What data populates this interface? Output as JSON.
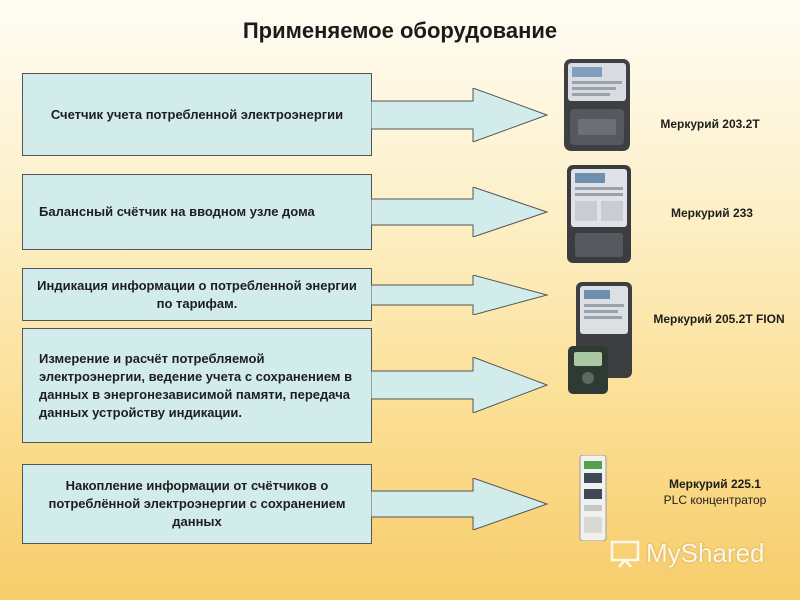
{
  "title": "Применяемое оборудование",
  "rows": [
    {
      "text": "Счетчик учета потребленной электроэнергии"
    },
    {
      "text": "Балансный счётчик на вводном узле дома"
    },
    {
      "text": "Индикация информации о потребленной энергии по тарифам."
    },
    {
      "text": "Измерение и расчёт потребляемой электроэнергии, ведение учета с сохранением в данных в энергонезависимой памяти, передача данных устройству индикации."
    },
    {
      "text": "Накопление информации от счётчиков о потреблённой электроэнергии с сохранением данных"
    }
  ],
  "devices": [
    {
      "name": "Меркурий 203.2Т",
      "subtitle": ""
    },
    {
      "name": "Меркурий 233",
      "subtitle": ""
    },
    {
      "name": "Меркурий 205.2Т FION",
      "subtitle": ""
    },
    {
      "name": "Меркурий 225.1",
      "subtitle": "PLC концентратор"
    }
  ],
  "watermark": "MyShared",
  "colors": {
    "box_fill": "#d2ecec",
    "arrow_fill": "#d2ecec"
  }
}
